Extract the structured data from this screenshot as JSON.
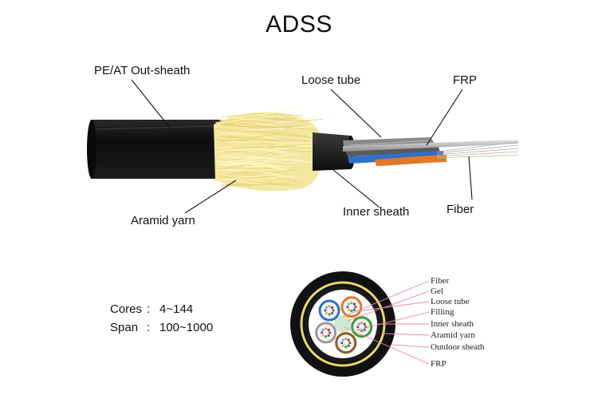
{
  "title": "ADSS",
  "labels": {
    "out_sheath": "PE/AT Out-sheath",
    "loose_tube": "Loose tube",
    "frp": "FRP",
    "aramid_yarn": "Aramid yarn",
    "inner_sheath": "Inner sheath",
    "fiber": "Fiber"
  },
  "specs": [
    {
      "key": "Cores",
      "sep": ":",
      "value": "4~144"
    },
    {
      "key": "Span",
      "sep": ":",
      "value": "100~1000"
    }
  ],
  "cross_section_labels": [
    "Fiber",
    "Gel",
    "Loose tube",
    "Filling",
    "Inner sheath",
    "Aramid yarn",
    "Outdoor sheath",
    "FRP"
  ],
  "colors": {
    "sheath": "#161616",
    "aramid": "#f3e7a0",
    "leader": "#e98aa0",
    "tube_blue": "#2f6fc8",
    "tube_orange": "#e07a2a",
    "tube_green": "#3a9a3a",
    "tube_gray": "#9a9a9a",
    "tube_brown": "#8a5a2a",
    "frp": "#cfe8cf"
  }
}
